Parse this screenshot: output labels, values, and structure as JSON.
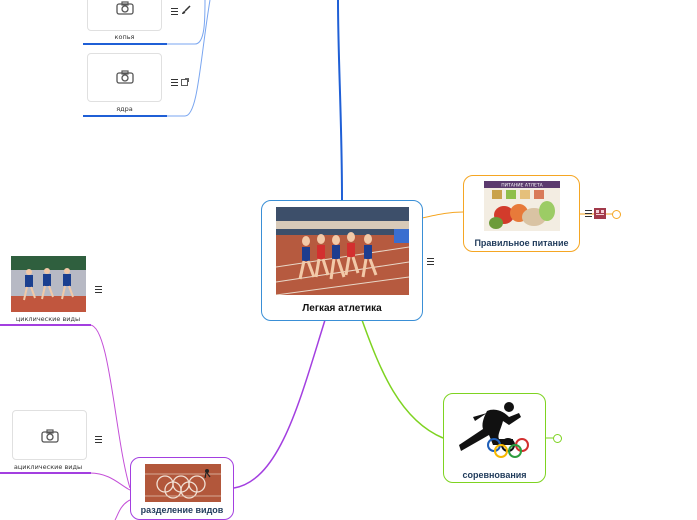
{
  "central": {
    "title": "Легкая атлетика"
  },
  "nodes": {
    "nutrition": {
      "label": "Правильное питание",
      "image_banner": "ПИТАНИЕ АТЛЕТА"
    },
    "competitions": {
      "label": "соревнования"
    },
    "divisions": {
      "label": "разделение видов"
    },
    "cyclic": {
      "label": "циклические виды"
    },
    "acyclic": {
      "label": "ациклические виды"
    },
    "spear": {
      "label": "копья"
    },
    "shot": {
      "label": "ядра"
    }
  },
  "icons": {
    "menu": "menu-lines-icon",
    "camera": "camera-icon",
    "brush": "brush-icon",
    "external": "external-link-icon",
    "note": "note-icon"
  },
  "colors": {
    "central_border": "#3a8fd6",
    "blue_branch": "#1f5fd6",
    "orange_branch": "#f5a623",
    "green_branch": "#7ed321",
    "purple_branch": "#a33fe0",
    "light_blue_branch": "#7aa6f0",
    "magenta_branch": "#c44fd8"
  }
}
